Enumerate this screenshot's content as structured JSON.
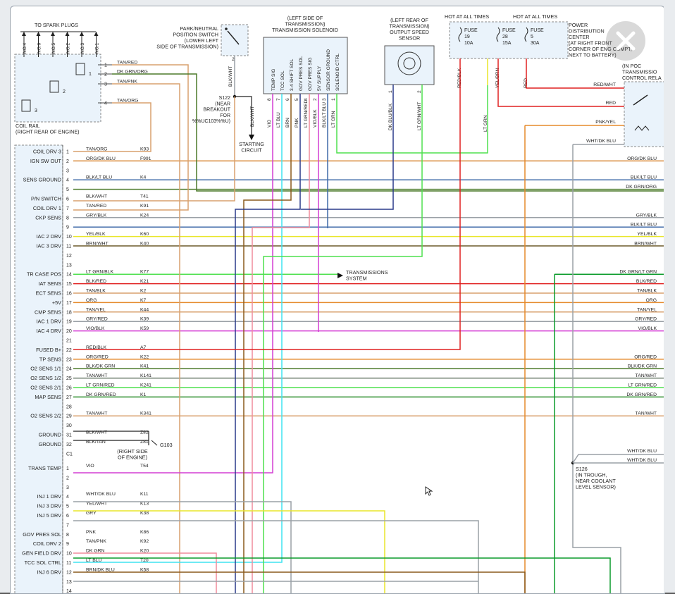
{
  "colors": {
    "tan": "#d8a06e",
    "dkgrn": "#4b7a2a",
    "orange": "#e58a2c",
    "gray": "#9aa0a6",
    "blue": "#3e6aa8",
    "brown": "#8a5a1c",
    "ltgrn": "#4fe04f",
    "yellow": "#e9e62a",
    "violet": "#d43ed4",
    "red": "#e02020",
    "ltblue": "#3fe3f0",
    "navy": "#2a3a8a",
    "dkgrn2": "#0b9b2b",
    "pink": "#f08c9c",
    "box_fill": "#eaf3fb"
  },
  "coil_rail": {
    "title": "TO SPARK PLUGS",
    "plugs": [
      "NO.4",
      "NO.6",
      "NO.5",
      "NO.2",
      "NO.3",
      "NO.1"
    ],
    "coils": [
      "1",
      "2",
      "3"
    ],
    "pins": [
      {
        "num": "1",
        "wire": "TAN/RED"
      },
      {
        "num": "2",
        "wire": "DK GRN/ORG"
      },
      {
        "num": "3",
        "wire": "TAN/PNK"
      },
      {
        "num": "4",
        "wire": "TAN/ORG"
      }
    ],
    "label": "COIL RAIL\n(RIGHT REAR OF ENGINE)"
  },
  "park_neutral": {
    "label": "PARK/NEUTRAL\nPOSITION SWITCH\n(LOWER LEFT\nSIDE OF TRANSMISSION)",
    "pin": "2",
    "wire": "BLK/WHT"
  },
  "splice_s122": {
    "label": "S122\n(NEAR\nBREAKOUT\nFOR\n%%UC103%%U)",
    "wire": "BLK/WHT",
    "dest": "STARTING\nCIRCUIT"
  },
  "trans_solenoid": {
    "label": "(LEFT SIDE OF\nTRANSMISSION)\nTRANSMISSION SOLENOID",
    "pins": [
      {
        "sig": "TEMP SIG",
        "num": "8",
        "wire": "VIO"
      },
      {
        "sig": "TCC SOL",
        "num": "7",
        "wire": "LT BLU"
      },
      {
        "sig": "3-4 SHIFT SOL",
        "num": "6",
        "wire": "BRN"
      },
      {
        "sig": "GOV PRES SOL",
        "num": "5",
        "wire": "PNK"
      },
      {
        "sig": "GOV PRES SIG",
        "num": "4",
        "wire": "LT GRN/RED"
      },
      {
        "sig": "5V SUPPLY",
        "num": "2",
        "wire": "VIO/BLK"
      },
      {
        "sig": "SENSOR GROUND",
        "num": "3",
        "wire": "BLK/LT BLU"
      },
      {
        "sig": "SOLENOID CTRL",
        "num": "1",
        "wire": "LT GRN"
      }
    ]
  },
  "output_speed": {
    "label": "(LEFT REAR OF\nTRANSMISSION)\nOUTPUT SPEED\nSENSOR",
    "pins": [
      {
        "num": "1",
        "wire": "DK BLU/BLK"
      },
      {
        "num": "2",
        "wire": "LT GRN/WHT"
      }
    ]
  },
  "pdc": {
    "hot1": "HOT AT ALL TIMES",
    "hot2": "HOT AT ALL TIMES",
    "fuses": [
      {
        "name": "FUSE",
        "num": "19",
        "amps": "10A",
        "wire": "RED/BLK"
      },
      {
        "name": "FUSE",
        "num": "28",
        "amps": "15A",
        "wire": "YEL/BRN"
      },
      {
        "name": "FUSE",
        "num": "5",
        "amps": "30A",
        "wire": "RED"
      }
    ],
    "label": "POWER\nDISTRIBUTION\nCENTER\n(AT RIGHT FRONT\nCORNER OF ENG COMPT,\nNEXT TO BATTERY)"
  },
  "relay": {
    "label": "(IN POC\nTRANSMISSIO\nCONTROL RELA",
    "wires": [
      "RED/WHT",
      "RED",
      "PNK/YEL",
      "WHT/DK BLU"
    ]
  },
  "lt_grn_label": "LT GRN",
  "trans_system": "TRANSMISSIONS\nSYSTEM",
  "g103": {
    "label": "(RIGHT SIDE\nOF ENGINE)",
    "name": "G103"
  },
  "s126": {
    "label": "S126\n(IN TROUGH,\nNEAR COOLANT\nLEVEL SENSOR)",
    "wires": [
      "WHT/DK BLU",
      "WHT/DK BLU"
    ]
  },
  "connector": {
    "rows": [
      {
        "num": "1",
        "func": "COIL DRV 3",
        "wire": "TAN/ORG",
        "circ": "K93",
        "right": ""
      },
      {
        "num": "2",
        "func": "IGN SW OUT",
        "wire": "ORG/DK BLU",
        "circ": "F991",
        "right": "ORG/DK BLU"
      },
      {
        "num": "3",
        "func": "",
        "wire": "",
        "circ": "",
        "right": ""
      },
      {
        "num": "4",
        "func": "SENS GROUND",
        "wire": "BLK/LT BLU",
        "circ": "K4",
        "right": "BLK/LT BLU"
      },
      {
        "num": "5",
        "func": "",
        "wire": "",
        "circ": "",
        "right": "DK GRN/ORG"
      },
      {
        "num": "6",
        "func": "P/N SWITCH",
        "wire": "BLK/WHT",
        "circ": "T41",
        "right": ""
      },
      {
        "num": "7",
        "func": "COIL DRV 1",
        "wire": "TAN/RED",
        "circ": "K91",
        "right": ""
      },
      {
        "num": "8",
        "func": "CKP SENS",
        "wire": "GRY/BLK",
        "circ": "K24",
        "right": "GRY/BLK"
      },
      {
        "num": "9",
        "func": "",
        "wire": "",
        "circ": "",
        "right": "BLK/LT BLU"
      },
      {
        "num": "10",
        "func": "IAC 2 DRV",
        "wire": "YEL/BLK",
        "circ": "K60",
        "right": "YEL/BLK"
      },
      {
        "num": "11",
        "func": "IAC 3 DRV",
        "wire": "BRN/WHT",
        "circ": "K40",
        "right": "BRN/WHT"
      },
      {
        "num": "12",
        "func": "",
        "wire": "",
        "circ": "",
        "right": ""
      },
      {
        "num": "13",
        "func": "",
        "wire": "",
        "circ": "",
        "right": ""
      },
      {
        "num": "14",
        "func": "TR CASE POS",
        "wire": "LT GRN/BLK",
        "circ": "K77",
        "right": "DK GRN/LT GRN"
      },
      {
        "num": "15",
        "func": "IAT SENS",
        "wire": "BLK/RED",
        "circ": "K21",
        "right": "BLK/RED"
      },
      {
        "num": "16",
        "func": "ECT SENS",
        "wire": "TAN/BLK",
        "circ": "K2",
        "right": "TAN/BLK"
      },
      {
        "num": "17",
        "func": "+5V",
        "wire": "ORG",
        "circ": "K7",
        "right": "ORG"
      },
      {
        "num": "18",
        "func": "CMP SENS",
        "wire": "TAN/YEL",
        "circ": "K44",
        "right": "TAN/YEL"
      },
      {
        "num": "19",
        "func": "IAC 1 DRV",
        "wire": "GRY/RED",
        "circ": "K39",
        "right": "GRY/RED"
      },
      {
        "num": "20",
        "func": "IAC 4 DRV",
        "wire": "VIO/BLK",
        "circ": "K59",
        "right": "VIO/BLK"
      },
      {
        "num": "21",
        "func": "",
        "wire": "",
        "circ": "",
        "right": ""
      },
      {
        "num": "22",
        "func": "FUSED B+",
        "wire": "RED/BLK",
        "circ": "A7",
        "right": ""
      },
      {
        "num": "23",
        "func": "TP SENS",
        "wire": "ORG/RED",
        "circ": "K22",
        "right": "ORG/RED"
      },
      {
        "num": "24",
        "func": "O2 SENS 1/1",
        "wire": "BLK/DK GRN",
        "circ": "K41",
        "right": "BLK/DK GRN"
      },
      {
        "num": "25",
        "func": "O2 SENS 1/2",
        "wire": "TAN/WHT",
        "circ": "K141",
        "right": "TAN/WHT"
      },
      {
        "num": "26",
        "func": "O2 SENS 2/1",
        "wire": "LT GRN/RED",
        "circ": "K241",
        "right": "LT GRN/RED"
      },
      {
        "num": "27",
        "func": "MAP SENS",
        "wire": "DK GRN/RED",
        "circ": "K1",
        "right": "DK GRN/RED"
      },
      {
        "num": "28",
        "func": "",
        "wire": "",
        "circ": "",
        "right": ""
      },
      {
        "num": "29",
        "func": "O2 SENS 2/2",
        "wire": "TAN/WHT",
        "circ": "K341",
        "right": "TAN/WHT"
      },
      {
        "num": "30",
        "func": "",
        "wire": "",
        "circ": "",
        "right": ""
      },
      {
        "num": "31",
        "func": "GROUND",
        "wire": "BLK/WHT",
        "circ": "Z82",
        "right": ""
      },
      {
        "num": "32",
        "func": "GROUND",
        "wire": "BLK/TAN",
        "circ": "Z81",
        "right": ""
      },
      {
        "num": "C1",
        "func": "",
        "wire": "",
        "circ": "",
        "right": ""
      },
      {
        "num": "1",
        "func": "TRANS TEMP",
        "wire": "VIO",
        "circ": "T54",
        "right": ""
      },
      {
        "num": "2",
        "func": "",
        "wire": "",
        "circ": "",
        "right": ""
      },
      {
        "num": "3",
        "func": "",
        "wire": "",
        "circ": "",
        "right": ""
      },
      {
        "num": "4",
        "func": "INJ 1 DRV",
        "wire": "WHT/DK BLU",
        "circ": "K11",
        "right": ""
      },
      {
        "num": "5",
        "func": "INJ 3 DRV",
        "wire": "YEL/WHT",
        "circ": "K13",
        "right": ""
      },
      {
        "num": "6",
        "func": "INJ 5 DRV",
        "wire": "GRY",
        "circ": "K38",
        "right": ""
      },
      {
        "num": "7",
        "func": "",
        "wire": "",
        "circ": "",
        "right": ""
      },
      {
        "num": "8",
        "func": "GOV PRES SOL",
        "wire": "PNK",
        "circ": "K86",
        "right": ""
      },
      {
        "num": "9",
        "func": "COIL DRV 2",
        "wire": "TAN/PNK",
        "circ": "K92",
        "right": ""
      },
      {
        "num": "10",
        "func": "GEN FIELD DRV",
        "wire": "DK GRN",
        "circ": "K20",
        "right": ""
      },
      {
        "num": "11",
        "func": "TCC SOL CTRL",
        "wire": "LT BLU",
        "circ": "T20",
        "right": ""
      },
      {
        "num": "12",
        "func": "INJ 6 DRV",
        "wire": "BRN/DK BLU",
        "circ": "K58",
        "right": ""
      },
      {
        "num": "13",
        "func": "",
        "wire": "",
        "circ": "",
        "right": ""
      },
      {
        "num": "14",
        "func": "",
        "wire": "",
        "circ": "",
        "right": ""
      }
    ]
  }
}
